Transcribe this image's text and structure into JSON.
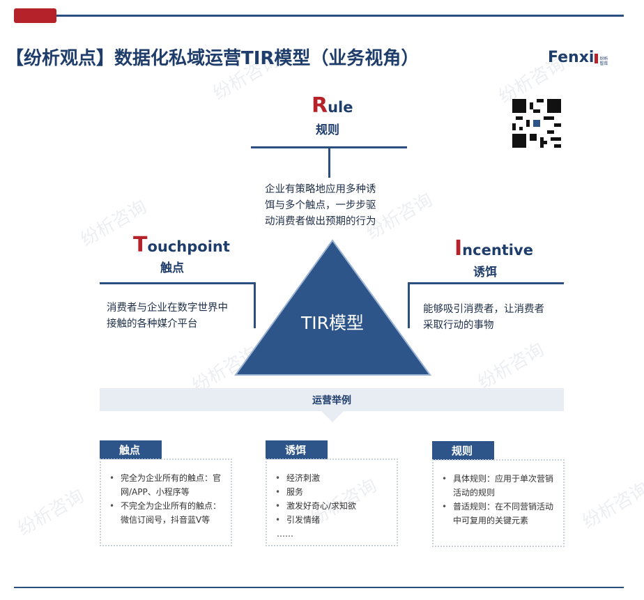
{
  "title": "【纷析观点】数据化私域运营TIR模型（业务视角）",
  "logo": {
    "text": "Fenxi",
    "small": "纷析智库"
  },
  "watermark": "纷析咨询",
  "colors": {
    "navy": "#2d5589",
    "red": "#b5222a",
    "banner": "#e8edf4"
  },
  "rule": {
    "initial": "R",
    "rest": "ule",
    "cn": "规则",
    "desc": [
      "企业有策略地应用多种诱",
      "饵与多个触点，一步步驱",
      "动消费者做出预期的行为"
    ]
  },
  "touchpoint": {
    "initial": "T",
    "rest": "ouchpoint",
    "cn": "触点",
    "desc": [
      "消费者与企业在数字世界中",
      "接触的各种媒介平台"
    ]
  },
  "incentive": {
    "initial": "I",
    "rest": "ncentive",
    "cn": "诱饵",
    "desc": [
      "能够吸引消费者，让消费者",
      "采取行动的事物"
    ]
  },
  "center": "TIR模型",
  "banner": "运营举例",
  "cards": [
    {
      "title": "触点",
      "items": [
        "完全为企业所有的触点：官网/APP、小程序等",
        "不完全为企业所有的触点：微信订阅号，抖音蓝V等"
      ]
    },
    {
      "title": "诱饵",
      "items": [
        "经济刺激",
        "服务",
        "激发好奇心/求知欲",
        "引发情绪"
      ],
      "more": "……"
    },
    {
      "title": "规则",
      "items": [
        "具体规则：应用于单次营销活动的规则",
        "普适规则：在不同营销活动中可复用的关键元素"
      ]
    }
  ]
}
